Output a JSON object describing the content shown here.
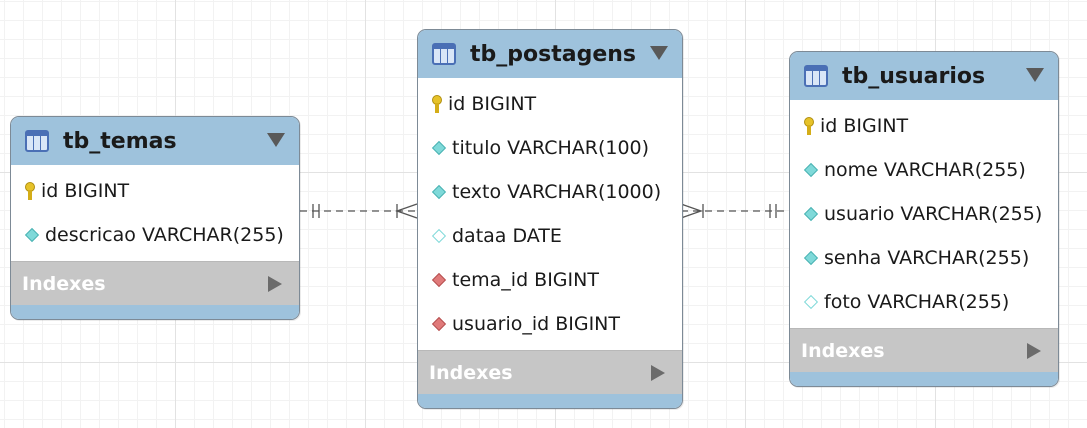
{
  "diagram": {
    "colors": {
      "header": "#9ec2dc",
      "indexes_bar": "#c6c6c6",
      "primary_key": "#e6c229",
      "column_diamond": "#7fd9d9",
      "foreign_key": "#e07a7a",
      "connector": "#555555"
    },
    "tables": [
      {
        "name": "tb_temas",
        "columns": [
          {
            "text": "id BIGINT",
            "icon": "primary-key-icon"
          },
          {
            "text": "descricao VARCHAR(255)",
            "icon": "column-filled-diamond-icon"
          }
        ],
        "indexes_label": "Indexes"
      },
      {
        "name": "tb_postagens",
        "columns": [
          {
            "text": "id BIGINT",
            "icon": "primary-key-icon"
          },
          {
            "text": "titulo VARCHAR(100)",
            "icon": "column-filled-diamond-icon"
          },
          {
            "text": "texto VARCHAR(1000)",
            "icon": "column-filled-diamond-icon"
          },
          {
            "text": "dataa DATE",
            "icon": "column-empty-diamond-icon"
          },
          {
            "text": "tema_id BIGINT",
            "icon": "foreign-key-icon"
          },
          {
            "text": "usuario_id BIGINT",
            "icon": "foreign-key-icon"
          }
        ],
        "indexes_label": "Indexes"
      },
      {
        "name": "tb_usuarios",
        "columns": [
          {
            "text": "id BIGINT",
            "icon": "primary-key-icon"
          },
          {
            "text": "nome VARCHAR(255)",
            "icon": "column-filled-diamond-icon"
          },
          {
            "text": "usuario VARCHAR(255)",
            "icon": "column-filled-diamond-icon"
          },
          {
            "text": "senha VARCHAR(255)",
            "icon": "column-filled-diamond-icon"
          },
          {
            "text": "foto VARCHAR(255)",
            "icon": "column-empty-diamond-icon"
          }
        ],
        "indexes_label": "Indexes"
      }
    ],
    "relationships": [
      {
        "from": "tb_temas",
        "to": "tb_postagens",
        "from_cardinality": "one-and-only-one",
        "to_cardinality": "one-or-many"
      },
      {
        "from": "tb_usuarios",
        "to": "tb_postagens",
        "from_cardinality": "one-and-only-one",
        "to_cardinality": "one-or-many"
      }
    ]
  }
}
